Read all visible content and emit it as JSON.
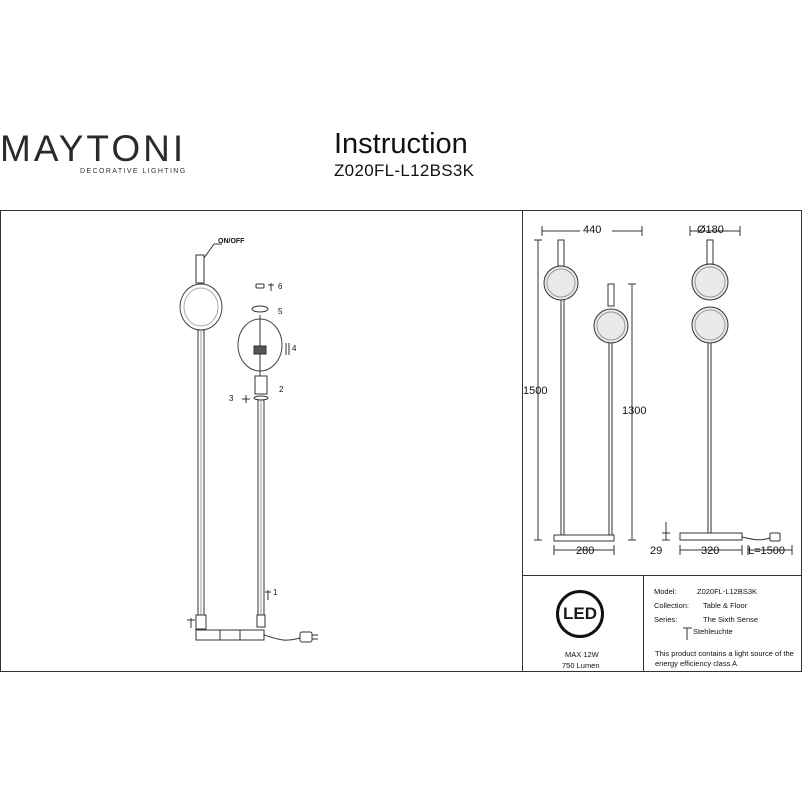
{
  "header": {
    "brand": "MAYTONI",
    "brand_sub": "DECORATIVE LIGHTING",
    "title": "Instruction",
    "model": "Z020FL-L12BS3K"
  },
  "assembly": {
    "switch_label": "ON/OFF",
    "parts": [
      "6",
      "5",
      "4",
      "3",
      "2",
      "1"
    ]
  },
  "dimensions": {
    "width_total": "440",
    "height_tall": "1500",
    "height_short": "1300",
    "base_short": "280",
    "diameter": "Ø180",
    "base_height": "29",
    "base_wide": "320",
    "cable": "L=1500"
  },
  "spec": {
    "led_badge": "LED",
    "max_power": "MAX 12W",
    "lumen": "750 Lumen",
    "model_label": "Model:",
    "model_value": "Z020FL-L12BS3K",
    "collection_label": "Collection:",
    "collection_value": "Table & Floor",
    "series_label": "Series:",
    "series_value": "The Sixth Sense",
    "type_value": "Stehleuchte",
    "energy_line1": "This product contains a light source of the",
    "energy_line2": "energy efficiency class A"
  }
}
